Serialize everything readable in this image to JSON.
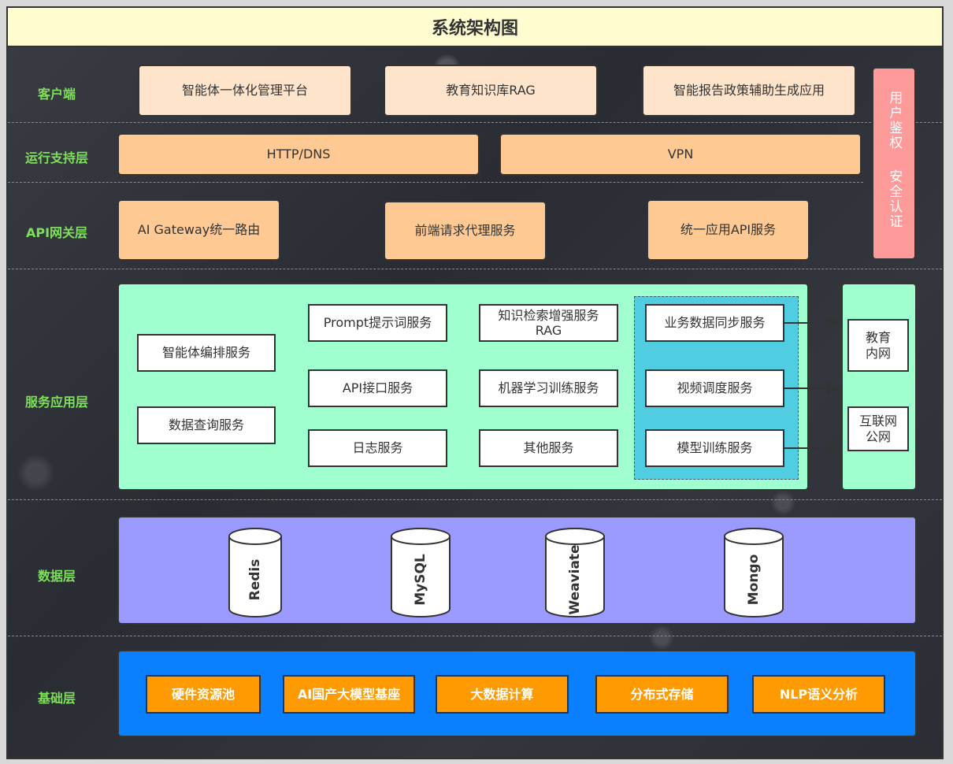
{
  "title": "系统架构图",
  "layers": {
    "client": "客户端",
    "runtime": "运行支持层",
    "api_gateway": "API网关层",
    "service": "服务应用层",
    "data": "数据层",
    "infra": "基础层"
  },
  "client_apps": [
    "智能体一体化管理平台",
    "教育知识库RAG",
    "智能报告政策辅助生成应用"
  ],
  "runtime_items": [
    "HTTP/DNS",
    "VPN"
  ],
  "gateway_items": [
    "AI Gateway统一路由",
    "前端请求代理服务",
    "统一应用API服务"
  ],
  "security": {
    "part1": "用户鉴权",
    "part2": "安全认证"
  },
  "services": {
    "col1": [
      "智能体编排服务",
      "数据查询服务"
    ],
    "col2": [
      "Prompt提示词服务",
      "API接口服务",
      "日志服务"
    ],
    "col3": [
      "知识检索增强服务",
      "RAG",
      "机器学习训练服务",
      "其他服务"
    ],
    "col4": [
      "业务数据同步服务",
      "视频调度服务",
      "模型训练服务"
    ]
  },
  "networks": [
    [
      "教育",
      "内网"
    ],
    [
      "互联网",
      "公网"
    ]
  ],
  "databases": [
    "Redis",
    "MySQL",
    "Weaviate",
    "Mongo"
  ],
  "infra_items": [
    "硬件资源池",
    "AI国产大模型基座",
    "大数据计算",
    "分布式存储",
    "NLP语义分析"
  ]
}
